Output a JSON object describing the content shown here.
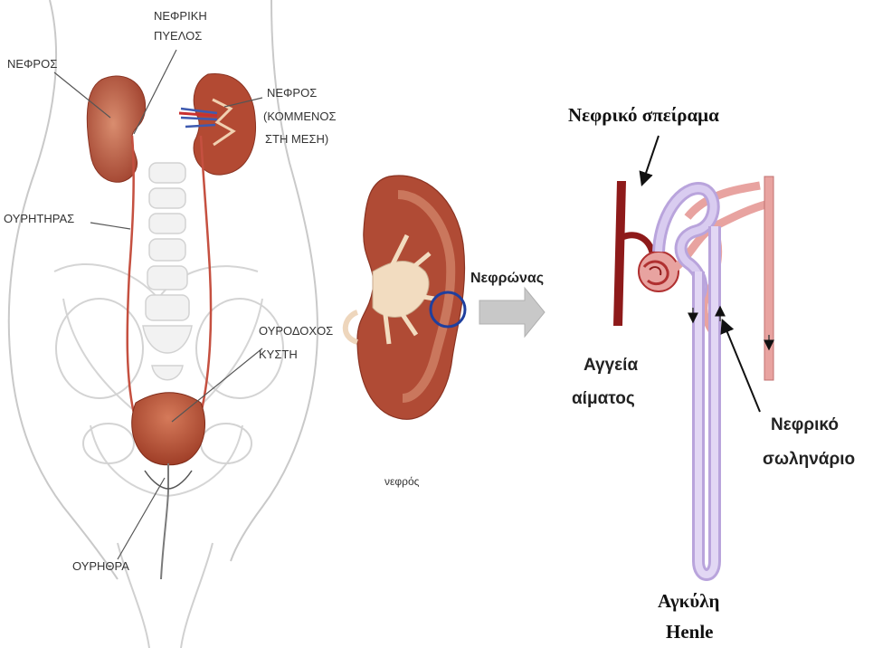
{
  "colors": {
    "kidney": "#b2503a",
    "kidney_light": "#d88a6e",
    "vessel_dark": "#8e1a1a",
    "vessel_pink": "#e8a3a0",
    "tubule": "#c9b8e8",
    "bladder": "#b24a30",
    "body_outline": "#cccccc",
    "circle_marker": "#1f3f9e",
    "arrow_gray": "#c8c8c8"
  },
  "left_panel": {
    "labels": {
      "nefros": "ΝΕΦΡΟΣ",
      "pyelos_line1": "ΝΕΦΡΙΚΗ",
      "pyelos_line2": "ΠΥΕΛΟΣ",
      "cut_line1": "ΝΕΦΡΟΣ",
      "cut_line2": "(ΚΟΜΜΕΝΟΣ",
      "cut_line3": "ΣΤΗ ΜΕΣΗ)",
      "ouritiras": "ΟΥΡΗΤΗΡΑΣ",
      "kysti_line1": "ΟΥΡΟΔΟΧΟΣ",
      "kysti_line2": "ΚΥΣΤΗ",
      "ourithra": "ΟΥΡΗΘΡΑ"
    }
  },
  "middle_panel": {
    "caption": "νεφρός",
    "arrow_label": "Νεφρώνας"
  },
  "right_panel": {
    "labels": {
      "speirama": "Νεφρικό σπείραμα",
      "aggeia_line1": "Αγγεία",
      "aggeia_line2": "αίματος",
      "solinario_line1": "Νεφρικό",
      "solinario_line2": "σωληνάριο",
      "agkyli_line1": "Αγκύλη",
      "agkyli_line2": "Henle"
    }
  }
}
